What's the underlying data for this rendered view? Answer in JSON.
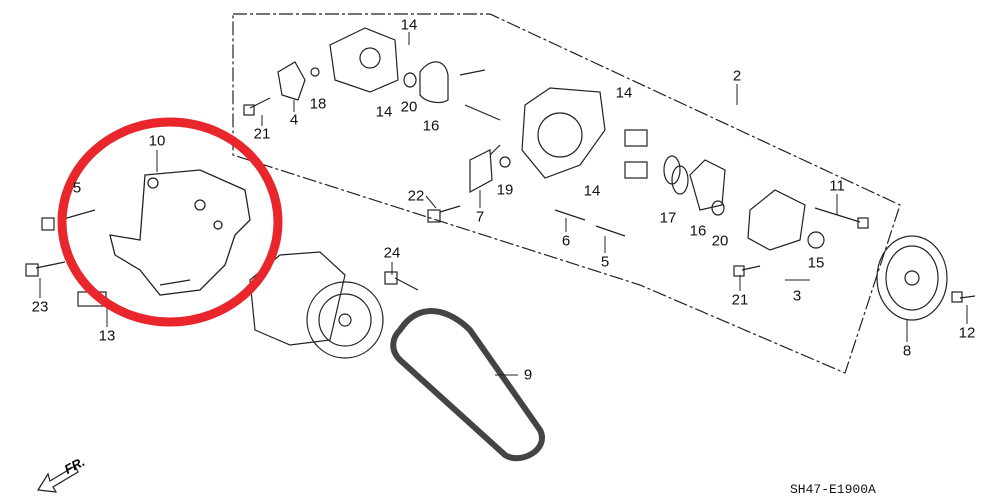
{
  "diagram_code": "SH47-E1900A",
  "direction_label": "FR.",
  "callouts": [
    "14",
    "2",
    "21",
    "4",
    "18",
    "14",
    "20",
    "16",
    "14",
    "10",
    "5",
    "22",
    "7",
    "19",
    "14",
    "11",
    "17",
    "16",
    "20",
    "6",
    "5",
    "15",
    "24",
    "21",
    "3",
    "23",
    "13",
    "8",
    "12",
    "9"
  ],
  "highlight_color": "#e8262c"
}
